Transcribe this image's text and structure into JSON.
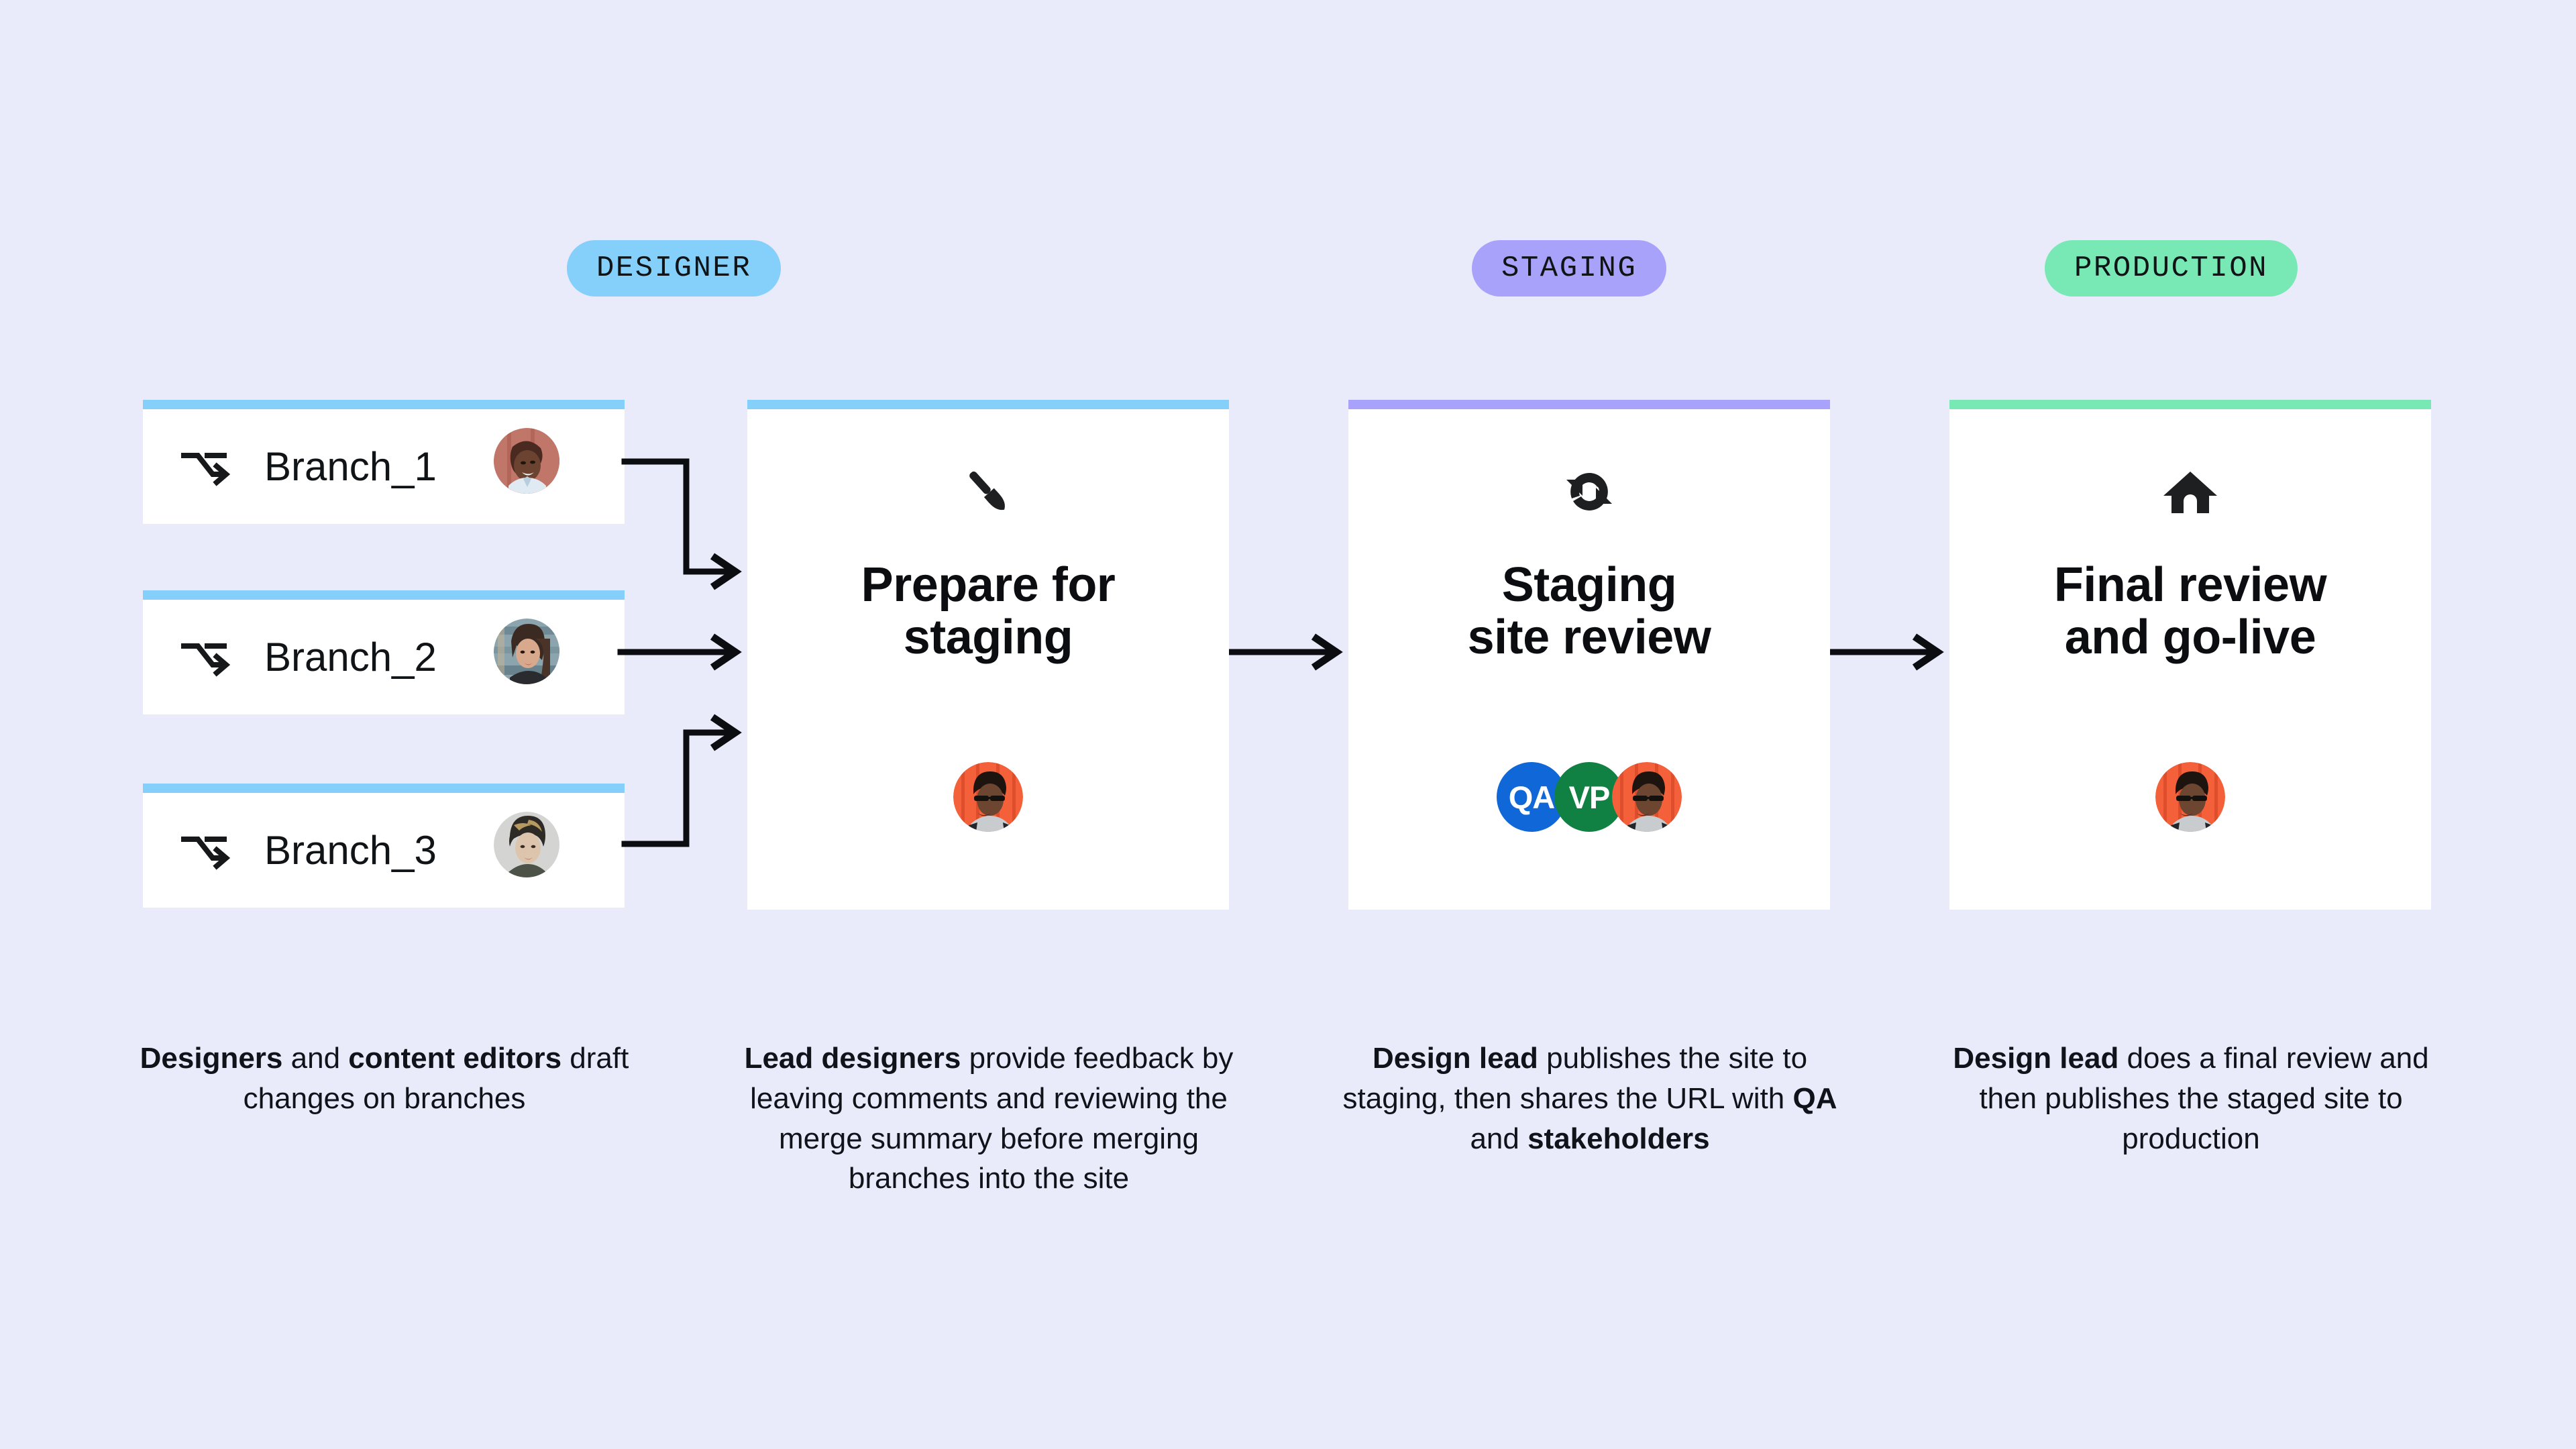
{
  "background_color": "#e9ebfb",
  "phases": [
    {
      "label": "DESIGNER",
      "color": "#85d0fb"
    },
    {
      "label": "STAGING",
      "color": "#a9a2fb"
    },
    {
      "label": "PRODUCTION",
      "color": "#78e8b5"
    }
  ],
  "branches": [
    {
      "label": "Branch_1",
      "icon": "branch-merge-icon",
      "accent": "#85d0fb",
      "avatar": "designer-avatar-1"
    },
    {
      "label": "Branch_2",
      "icon": "branch-merge-icon",
      "accent": "#85d0fb",
      "avatar": "designer-avatar-2"
    },
    {
      "label": "Branch_3",
      "icon": "branch-merge-icon",
      "accent": "#85d0fb",
      "avatar": "designer-avatar-3"
    }
  ],
  "steps": [
    {
      "title": "Prepare for\nstaging",
      "icon": "paintbrush-icon",
      "accent": "#85d0fb",
      "avatars": [
        {
          "type": "photo",
          "name": "lead-designer-avatar"
        }
      ]
    },
    {
      "title": "Staging\nsite review",
      "icon": "sync-refresh-icon",
      "accent": "#a9a2fb",
      "avatars": [
        {
          "type": "initials",
          "name": "qa-avatar",
          "initials": "QA",
          "color": "#1068d8"
        },
        {
          "type": "initials",
          "name": "vp-avatar",
          "initials": "VP",
          "color": "#118043"
        },
        {
          "type": "photo",
          "name": "design-lead-avatar"
        }
      ]
    },
    {
      "title": "Final review\nand go-live",
      "icon": "home-icon",
      "accent": "#78e8b5",
      "avatars": [
        {
          "type": "photo",
          "name": "design-lead-avatar"
        }
      ]
    }
  ],
  "captions": [
    {
      "parts": [
        {
          "text": "Designers",
          "bold": true
        },
        {
          "text": " and ",
          "bold": false
        },
        {
          "text": "content editors",
          "bold": true
        },
        {
          "text": " draft changes on branches",
          "bold": false
        }
      ]
    },
    {
      "parts": [
        {
          "text": "Lead designers",
          "bold": true
        },
        {
          "text": " provide feedback by leaving comments and reviewing the merge summary before merging branches into the site",
          "bold": false
        }
      ]
    },
    {
      "parts": [
        {
          "text": "Design lead",
          "bold": true
        },
        {
          "text": " publishes the site to staging, then shares the URL with ",
          "bold": false
        },
        {
          "text": "QA",
          "bold": true
        },
        {
          "text": " and ",
          "bold": false
        },
        {
          "text": "stakeholders",
          "bold": true
        }
      ]
    },
    {
      "parts": [
        {
          "text": "Design lead",
          "bold": true
        },
        {
          "text": " does a final review and then publishes the staged site to production",
          "bold": false
        }
      ]
    }
  ],
  "connectors": {
    "color": "#0b0d10",
    "arrows": [
      {
        "name": "branch-1-to-prepare",
        "kind": "elbow-down"
      },
      {
        "name": "branch-2-to-prepare",
        "kind": "straight"
      },
      {
        "name": "branch-3-to-prepare",
        "kind": "elbow-up"
      },
      {
        "name": "prepare-to-staging",
        "kind": "straight"
      },
      {
        "name": "staging-to-production",
        "kind": "straight"
      }
    ]
  }
}
